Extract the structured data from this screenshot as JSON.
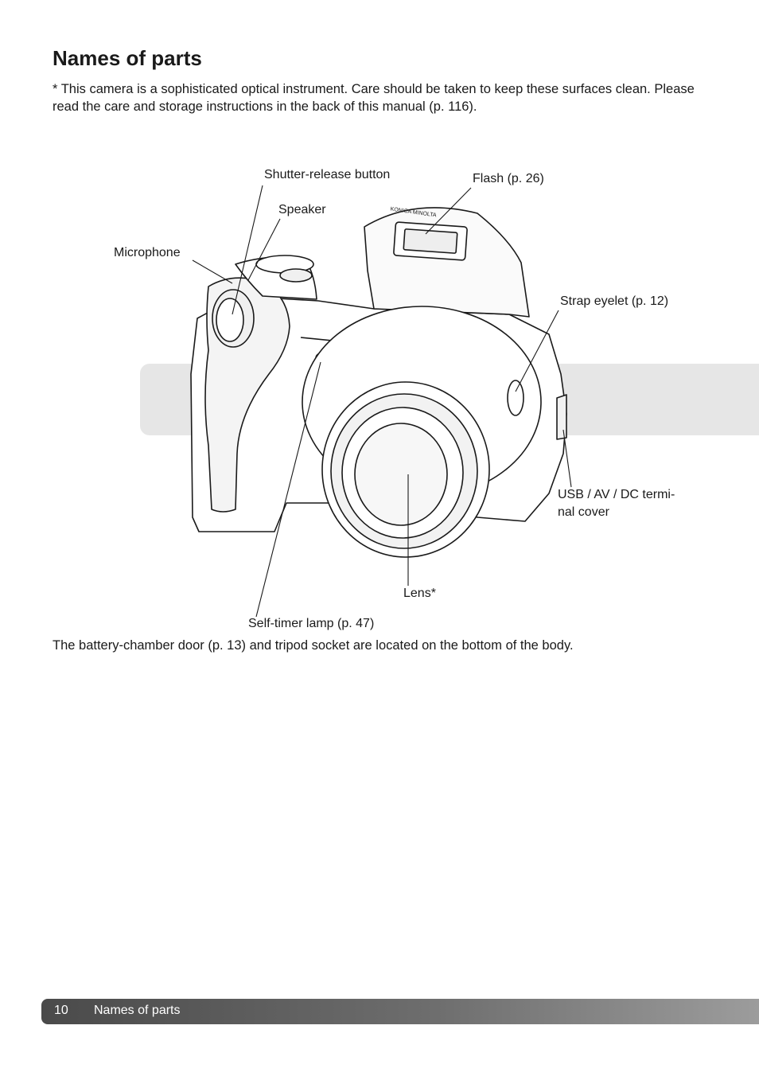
{
  "page": {
    "title": "Names of parts",
    "intro": "* This camera is a sophisticated optical instrument. Care should be taken to keep these surfaces clean. Please read the care and storage instructions in the back of this manual (p. 116).",
    "footnote": "The battery-chamber door (p. 13) and tripod socket are located on the bottom of the body."
  },
  "labels": {
    "shutter": "Shutter-release button",
    "flash": "Flash (p. 26)",
    "speaker": "Speaker",
    "microphone": "Microphone",
    "strap": "Strap eyelet (p. 12)",
    "usb_line1": "USB / AV / DC termi-",
    "usb_line2": "nal cover",
    "lens": "Lens*",
    "selftimer": "Self-timer lamp (p. 47)"
  },
  "brand": "KONICA MINOLTA",
  "footer": {
    "page_number": "10",
    "section": "Names of parts"
  }
}
